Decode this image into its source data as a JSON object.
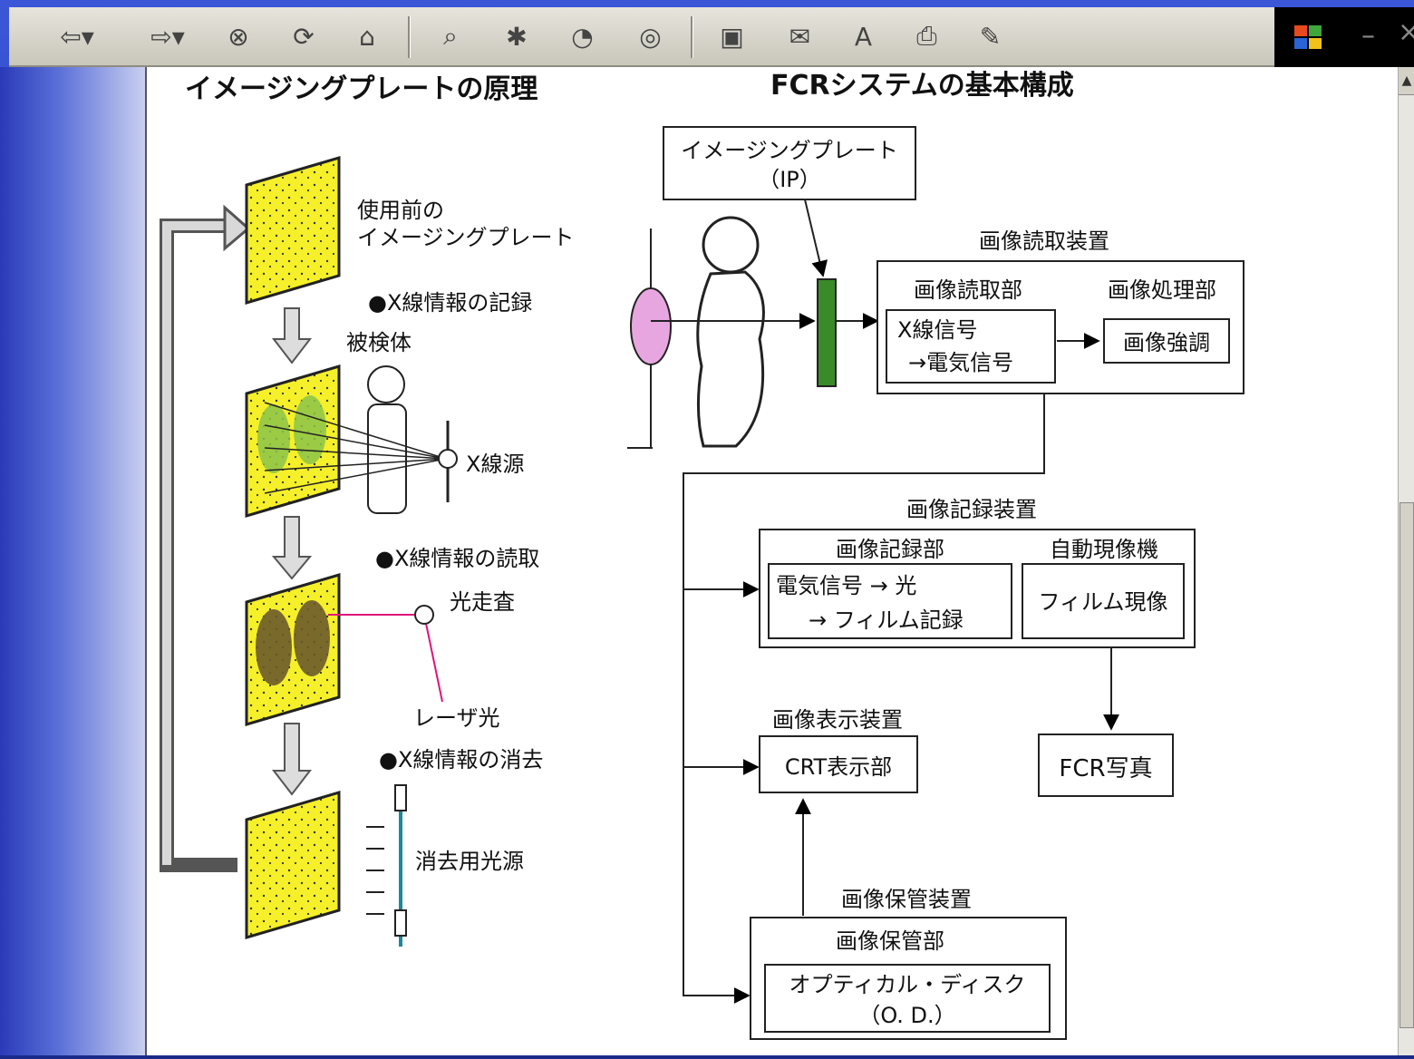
{
  "toolbar": {
    "buttons": [
      "back-icon",
      "forward-icon",
      "stop-icon",
      "refresh-icon",
      "home-icon",
      "search-icon",
      "favorites-icon",
      "history-icon",
      "channels-icon",
      "fullscreen-icon",
      "mail-icon",
      "font-icon",
      "print-icon",
      "edit-icon"
    ]
  },
  "left": {
    "title": "イメージングプレートの原理",
    "plate_before_1": "使用前の",
    "plate_before_2": "イメージングプレート",
    "step_record": "●X線情報の記録",
    "subject": "被検体",
    "xray_source": "X線源",
    "step_read": "●X線情報の読取",
    "scan": "光走査",
    "laser": "レーザ光",
    "step_erase": "●X線情報の消去",
    "erase_light": "消去用光源"
  },
  "right": {
    "title": "FCRシステムの基本構成",
    "ip_box_1": "イメージングプレート",
    "ip_box_2": "（IP）",
    "reader_device": "画像読取装置",
    "reader_unit": "画像読取部",
    "reader_signal_1": "X線信号",
    "reader_signal_2": "→電気信号",
    "processor_unit": "画像処理部",
    "enhance": "画像強調",
    "recorder_device": "画像記録装置",
    "recorder_unit": "画像記録部",
    "recorder_1": "電気信号 → 光",
    "recorder_2": "→ フィルム記録",
    "processor_auto": "自動現像機",
    "film_dev": "フィルム現像",
    "display_device": "画像表示装置",
    "crt": "CRT表示部",
    "fcr_photo": "FCR写真",
    "storage_device": "画像保管装置",
    "storage_unit": "画像保管部",
    "od_1": "オプティカル・ディスク",
    "od_2": "（O. D.）"
  }
}
